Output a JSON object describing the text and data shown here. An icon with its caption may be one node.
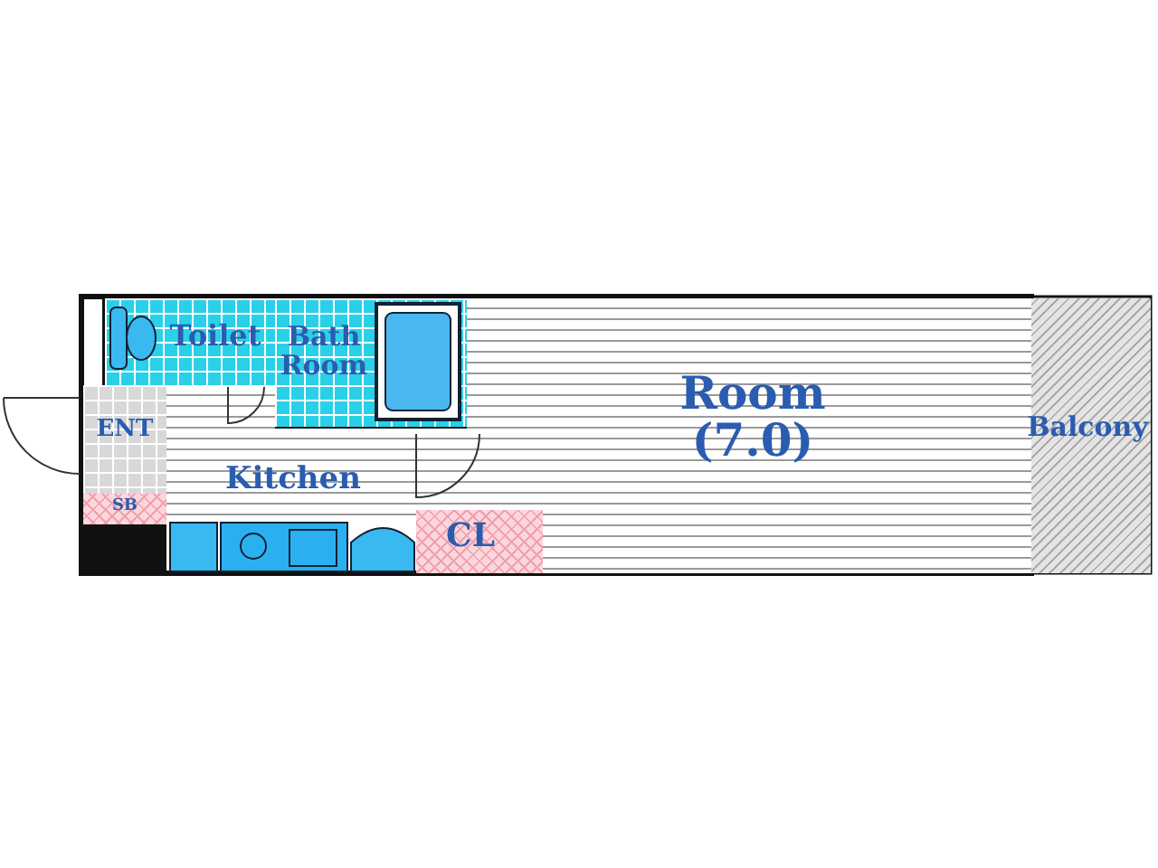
{
  "diagram": {
    "nodes": [
      {
        "text": [
          "Toilet"
        ]
      },
      {
        "text": [
          "Bath Room"
        ]
      },
      {
        "text": [
          "ENT"
        ]
      },
      {
        "text": [
          "SB"
        ]
      },
      {
        "text": [
          "Kitchen"
        ]
      },
      {
        "text": [
          "Room (7.0)"
        ]
      },
      {
        "text": [
          "CL"
        ]
      },
      {
        "text": [
          "Balcony"
        ]
      }
    ]
  }
}
